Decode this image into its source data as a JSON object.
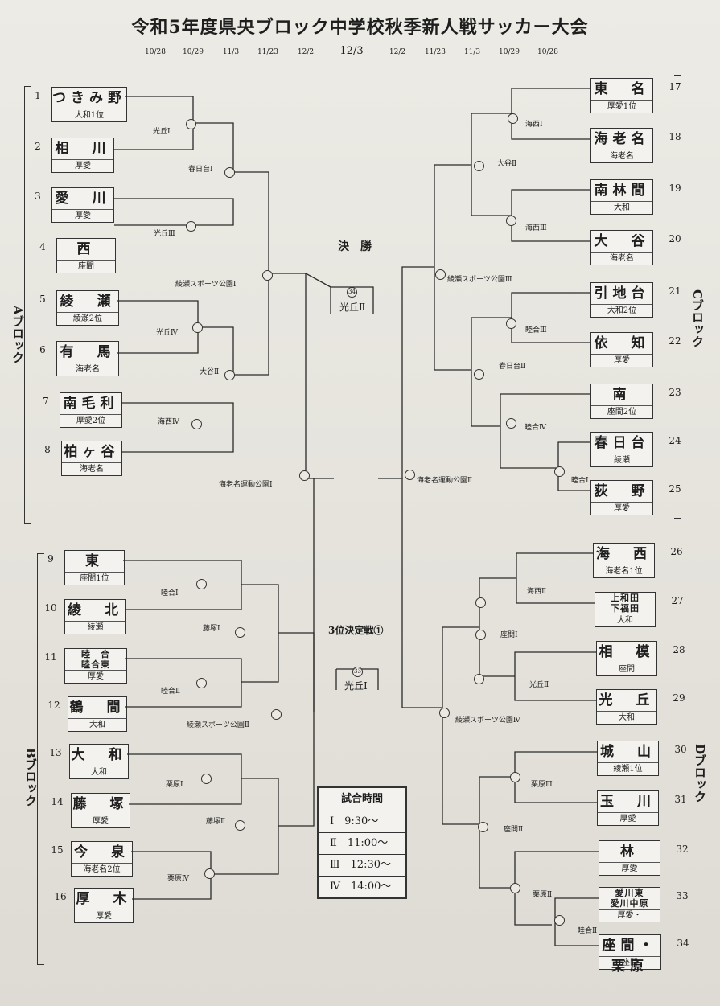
{
  "title": "令和5年度県央ブロック中学校秋季新人戦サッカー大会",
  "dates_left": [
    "10/28",
    "10/29",
    "11/3",
    "11/23",
    "12/2"
  ],
  "date_center": "12/3",
  "dates_right": [
    "12/2",
    "11/23",
    "11/3",
    "10/29",
    "10/28"
  ],
  "blocks": {
    "A": "Aブロック",
    "B": "Bブロック",
    "C": "Cブロック",
    "D": "Dブロック"
  },
  "teams_left": [
    {
      "no": "1",
      "name": "つきみ野",
      "sub": "大和1位"
    },
    {
      "no": "2",
      "name": "相　川",
      "sub": "厚愛"
    },
    {
      "no": "3",
      "name": "愛　川",
      "sub": "厚愛"
    },
    {
      "no": "4",
      "name": "西",
      "sub": "座間"
    },
    {
      "no": "5",
      "name": "綾　瀬",
      "sub": "綾瀬2位"
    },
    {
      "no": "6",
      "name": "有　馬",
      "sub": "海老名"
    },
    {
      "no": "7",
      "name": "南毛利",
      "sub": "厚愛2位"
    },
    {
      "no": "8",
      "name": "柏ヶ谷",
      "sub": "海老名"
    },
    {
      "no": "9",
      "name": "東",
      "sub": "座間1位"
    },
    {
      "no": "10",
      "name": "綾　北",
      "sub": "綾瀬"
    },
    {
      "no": "11",
      "name": "睦　合\n睦合東",
      "sub": "厚愛"
    },
    {
      "no": "12",
      "name": "鶴　間",
      "sub": "大和"
    },
    {
      "no": "13",
      "name": "大　和",
      "sub": "大和"
    },
    {
      "no": "14",
      "name": "藤　塚",
      "sub": "厚愛"
    },
    {
      "no": "15",
      "name": "今　泉",
      "sub": "海老名2位"
    },
    {
      "no": "16",
      "name": "厚　木",
      "sub": "厚愛"
    }
  ],
  "teams_right": [
    {
      "no": "17",
      "name": "東　名",
      "sub": "厚愛1位"
    },
    {
      "no": "18",
      "name": "海老名",
      "sub": "海老名"
    },
    {
      "no": "19",
      "name": "南林間",
      "sub": "大和"
    },
    {
      "no": "20",
      "name": "大　谷",
      "sub": "海老名"
    },
    {
      "no": "21",
      "name": "引地台",
      "sub": "大和2位"
    },
    {
      "no": "22",
      "name": "依　知",
      "sub": "厚愛"
    },
    {
      "no": "23",
      "name": "南",
      "sub": "座間2位"
    },
    {
      "no": "24",
      "name": "春日台",
      "sub": "綾瀬"
    },
    {
      "no": "25",
      "name": "荻　野",
      "sub": "厚愛"
    },
    {
      "no": "26",
      "name": "海　西",
      "sub": "海老名1位"
    },
    {
      "no": "27",
      "name": "上和田\n下福田",
      "sub": "大和"
    },
    {
      "no": "28",
      "name": "相　模",
      "sub": "座間"
    },
    {
      "no": "29",
      "name": "光　丘",
      "sub": "大和"
    },
    {
      "no": "30",
      "name": "城　山",
      "sub": "綾瀬1位"
    },
    {
      "no": "31",
      "name": "玉　川",
      "sub": "厚愛"
    },
    {
      "no": "32",
      "name": "林",
      "sub": "厚愛"
    },
    {
      "no": "33",
      "name": "愛川東\n愛川中原",
      "sub": "厚愛・"
    },
    {
      "no": "34",
      "name": "座間・栗原",
      "sub": "座間"
    }
  ],
  "venues": {
    "l1": "光丘Ⅰ",
    "l2": "春日台Ⅰ",
    "l3": "光丘Ⅲ",
    "l4": "綾瀬スポーツ公園Ⅰ",
    "l5": "光丘Ⅳ",
    "l6": "大谷Ⅱ",
    "l7": "海西Ⅳ",
    "l8": "海老名運動公園Ⅰ",
    "l9": "睦合Ⅰ",
    "l10": "藤塚Ⅰ",
    "l11": "睦合Ⅱ",
    "l12": "綾瀬スポーツ公園Ⅱ",
    "l13": "栗原Ⅰ",
    "l14": "藤塚Ⅱ",
    "l15": "栗原Ⅳ",
    "r1": "海西Ⅰ",
    "r2": "大谷Ⅱ",
    "r3": "海西Ⅲ",
    "r4": "綾瀬スポーツ公園Ⅲ",
    "r5": "睦合Ⅲ",
    "r6": "春日台Ⅱ",
    "r7": "睦合Ⅳ",
    "r8": "睦合Ⅰ",
    "r9": "海老名運動公園Ⅱ",
    "r10": "海西Ⅱ",
    "r11": "座間Ⅰ",
    "r12": "光丘Ⅱ",
    "r13": "綾瀬スポーツ公園Ⅳ",
    "r14": "栗原Ⅲ",
    "r15": "座間Ⅱ",
    "r16": "栗原Ⅱ",
    "r17": "睦合Ⅱ"
  },
  "final": {
    "title": "決　勝",
    "venue": "光丘Ⅱ",
    "no": "34"
  },
  "third": {
    "title": "3位決定戦①",
    "venue": "光丘Ⅰ",
    "no": "33"
  },
  "times": {
    "title": "試合時間",
    "rows": [
      "Ⅰ　9:30〜",
      "Ⅱ　11:00〜",
      "Ⅲ　12:30〜",
      "Ⅳ　14:00〜"
    ]
  }
}
